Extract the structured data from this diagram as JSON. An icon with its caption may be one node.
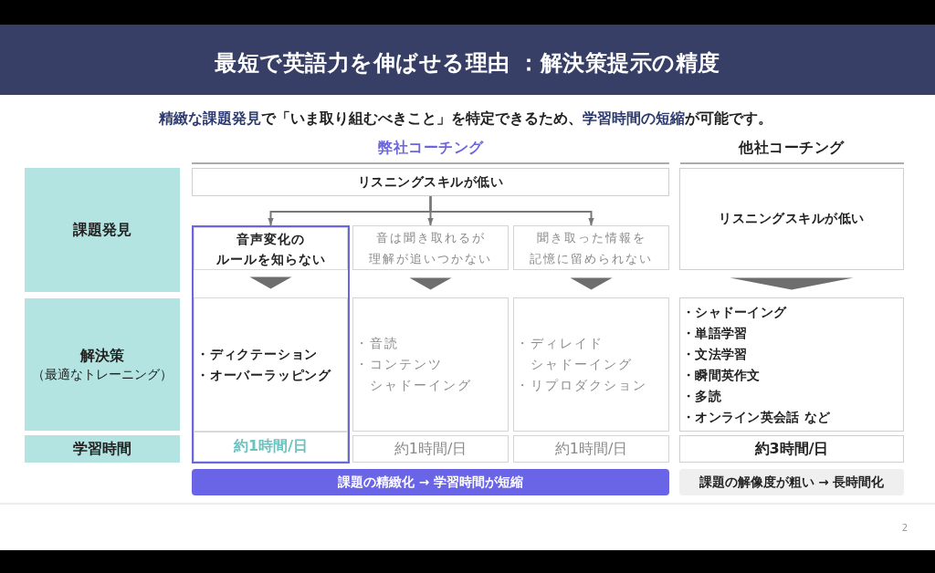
{
  "diagram": {
    "title": "最短で英語力を伸ばせる理由 ：解決策提示の精度",
    "nodes": [
      {
        "text": [
          "課題発見"
        ]
      },
      {
        "text": [
          "リスニングスキルが低い"
        ]
      },
      {
        "text": [
          "リスニングスキルが低い"
        ]
      },
      {
        "text": [],
        "shape": "box"
      },
      {
        "text": [
          "音声変化のルールを知らない"
        ],
        "in": 3
      },
      {
        "text": [
          "音は聞き取れるが理解が追いつかない"
        ]
      },
      {
        "text": [
          "聞き取った情報を記憶に留められない"
        ]
      },
      {
        "text": [
          "解決策",
          "（最適なトレーニング）"
        ]
      },
      {
        "text": [
          "・ディクテーション",
          "・オーバーラッピング"
        ],
        "in": 3
      },
      {
        "text": [
          "・音読",
          "・コンテンツシャドーイング"
        ]
      },
      {
        "text": [
          "・ディレイドシャドーイング",
          "・リプロダクション"
        ]
      },
      {
        "text": [
          "・シャドーイング",
          "・単語学習",
          "・文法学習",
          "・瞬間英作文",
          "・多読",
          "・オンライン英会話 など"
        ]
      },
      {
        "text": [
          "学習時間"
        ]
      },
      {
        "text": [
          "約1時間/日"
        ],
        "in": 3
      },
      {
        "text": [
          "約1時間/日"
        ]
      },
      {
        "text": [
          "約1時間/日"
        ]
      },
      {
        "text": [
          "約3時間/日"
        ]
      },
      {
        "text": [
          "課題の精緻化 → 学習時間が短縮"
        ]
      },
      {
        "text": [
          "課題の解像度が粗い → 長時間化"
        ]
      }
    ],
    "edges": [
      {
        "from": 1,
        "to": 4,
        "arrow": "to"
      },
      {
        "from": 1,
        "to": 5,
        "arrow": "to"
      },
      {
        "from": 1,
        "to": 6,
        "arrow": "to"
      },
      {
        "from": 4,
        "to": 8,
        "arrow": "to"
      },
      {
        "from": 5,
        "to": 9,
        "arrow": "to"
      },
      {
        "from": 6,
        "to": 10,
        "arrow": "to"
      },
      {
        "from": 2,
        "to": 11,
        "arrow": "to"
      }
    ],
    "labels": [
      "**精緻な課題発見**で「いま取り組むべきこと」を特定できるため、**学習時間の短縮**が可能です。",
      "弊社コーチング",
      "他社コーチング",
      "2"
    ]
  }
}
